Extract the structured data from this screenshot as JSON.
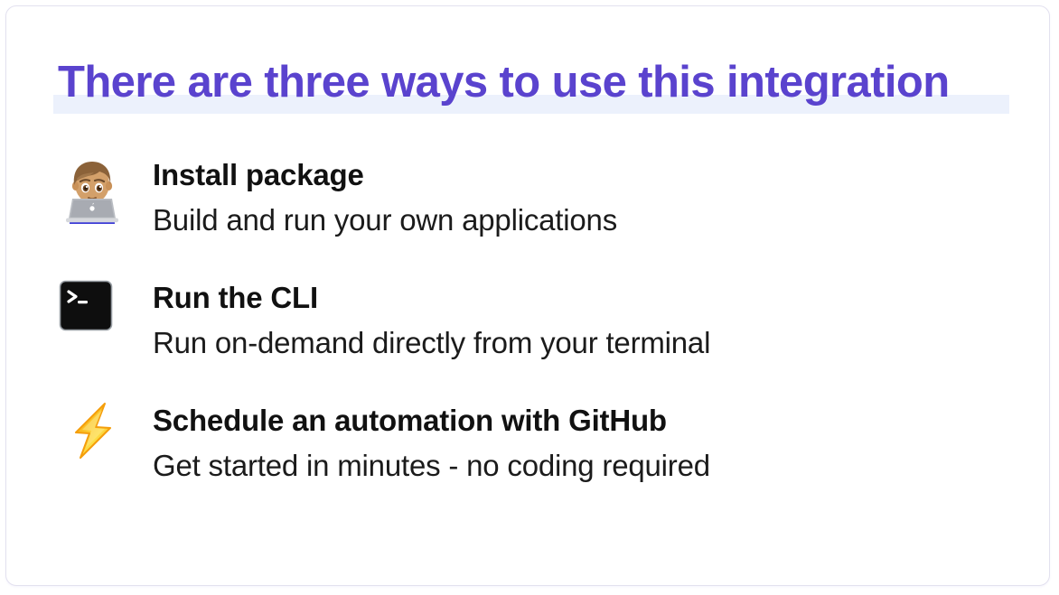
{
  "page": {
    "title": "There are three ways to use this integration",
    "title_color": "#5a43ce",
    "highlight_color": "#ecf1fc",
    "background_color": "#ffffff",
    "border_color": "#e3e1ef"
  },
  "items": [
    {
      "icon": "technologist-emoji",
      "title": "Install package",
      "subtitle": "Build and run your own applications"
    },
    {
      "icon": "terminal-icon",
      "title": "Run the CLI",
      "subtitle": "Run on-demand directly from your terminal"
    },
    {
      "icon": "high-voltage-bolt-icon",
      "title": "Schedule an automation with GitHub",
      "subtitle": "Get started in minutes - no coding required"
    }
  ]
}
